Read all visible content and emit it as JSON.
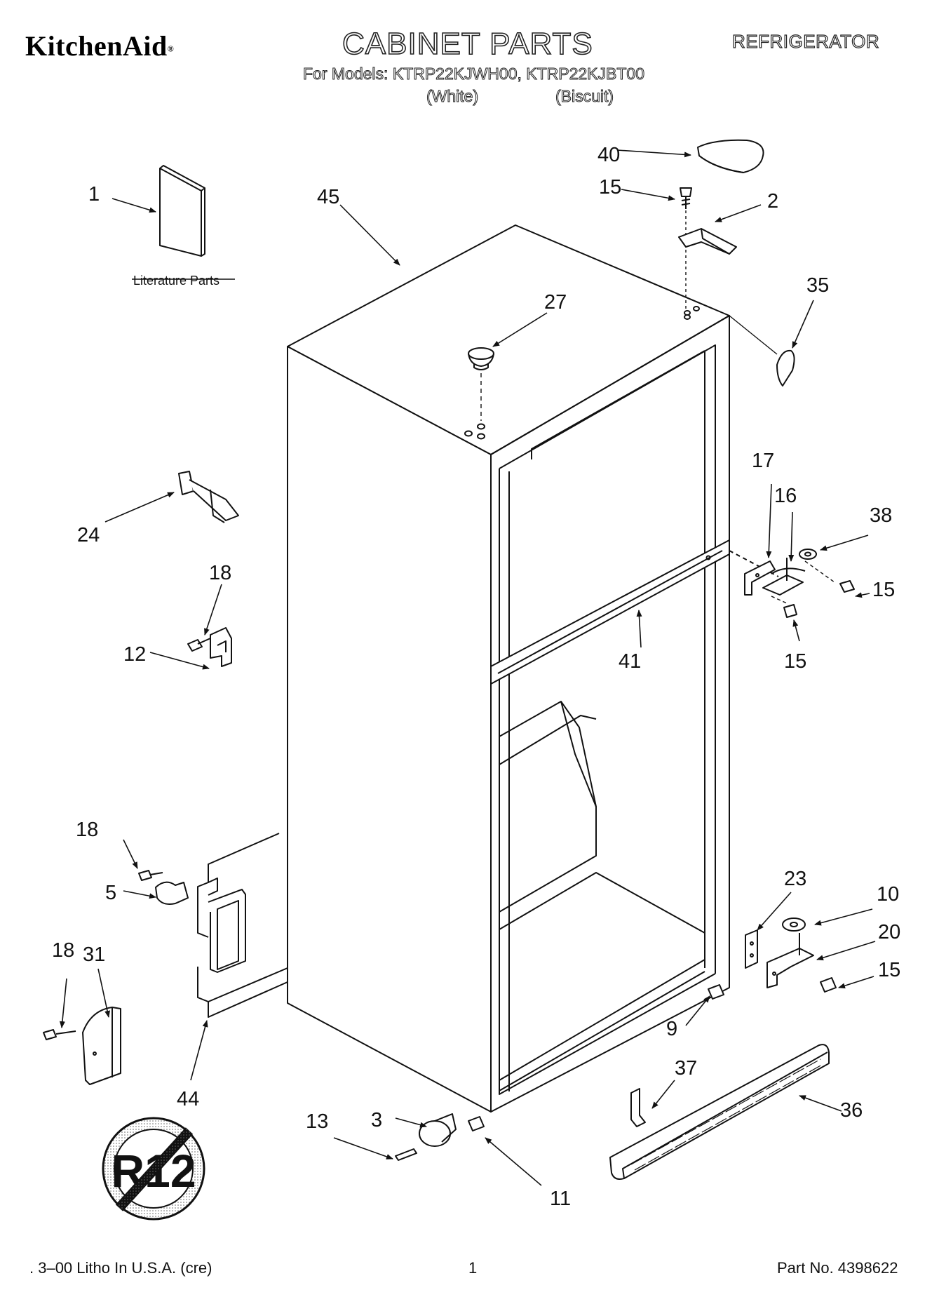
{
  "header": {
    "brand": "KitchenAid",
    "brand_mark": "®",
    "title": "CABINET PARTS",
    "category": "REFRIGERATOR",
    "models_line": "For Models: KTRP22KJWH00, KTRP22KJBT00",
    "variant_white": "(White)",
    "variant_biscuit": "(Biscuit)"
  },
  "diagram": {
    "literature_label": "Literature Parts",
    "logo_text": "R12",
    "callouts": {
      "c1": "1",
      "c2": "2",
      "c3": "3",
      "c5": "5",
      "c9": "9",
      "c10": "10",
      "c11": "11",
      "c12": "12",
      "c13": "13",
      "c15a": "15",
      "c15b": "15",
      "c15c": "15",
      "c15d": "15",
      "c16": "16",
      "c17": "17",
      "c18a": "18",
      "c18b": "18",
      "c18c": "18",
      "c20": "20",
      "c23": "23",
      "c24": "24",
      "c27": "27",
      "c31": "31",
      "c35": "35",
      "c36": "36",
      "c37": "37",
      "c38": "38",
      "c40": "40",
      "c41": "41",
      "c44": "44",
      "c45": "45"
    }
  },
  "footer": {
    "print_info": ". 3–00 Litho In U.S.A. (cre)",
    "page_number": "1",
    "part_no": "Part No. 4398622"
  }
}
